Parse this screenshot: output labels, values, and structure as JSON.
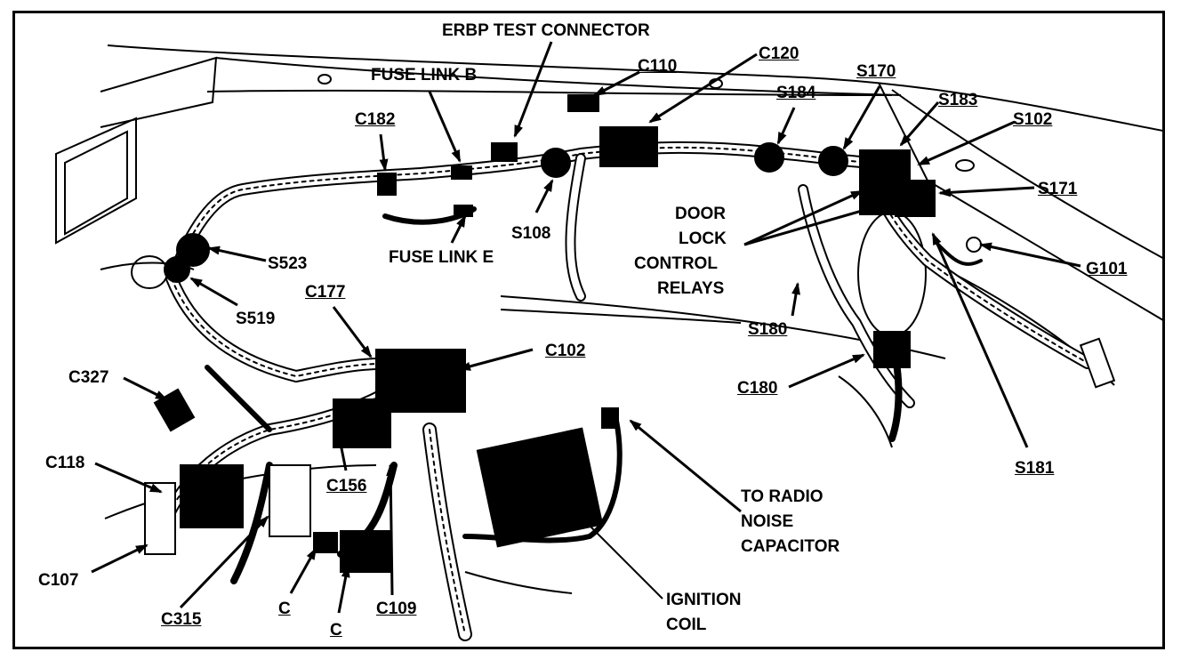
{
  "diagram": {
    "labels": {
      "erbp_test_connector": "ERBP TEST CONNECTOR",
      "c120": "C120",
      "fuse_link_b": "FUSE LINK B",
      "c110": "C110",
      "s170": "S170",
      "s184": "S184",
      "s183": "S183",
      "c182": "C182",
      "s102": "S102",
      "s171": "S171",
      "door_lock_1": "DOOR",
      "door_lock_2": "LOCK",
      "door_lock_3": "CONTROL",
      "door_lock_4": "RELAYS",
      "s108": "S108",
      "fuse_link_e": "FUSE LINK E",
      "s523": "S523",
      "g101": "G101",
      "c177": "C177",
      "s519": "S519",
      "s180": "S180",
      "c102": "C102",
      "c327": "C327",
      "c180": "C180",
      "c118": "C118",
      "s181": "S181",
      "c156": "C156",
      "radio_1": "TO RADIO",
      "radio_2": "NOISE",
      "radio_3": "CAPACITOR",
      "c107": "C107",
      "c315": "C315",
      "c_1": "C",
      "c_2": "C",
      "c109": "C109",
      "ignition_1": "IGNITION",
      "ignition_2": "COIL"
    },
    "colors": {
      "ink": "#000000",
      "paper": "#ffffff"
    }
  }
}
